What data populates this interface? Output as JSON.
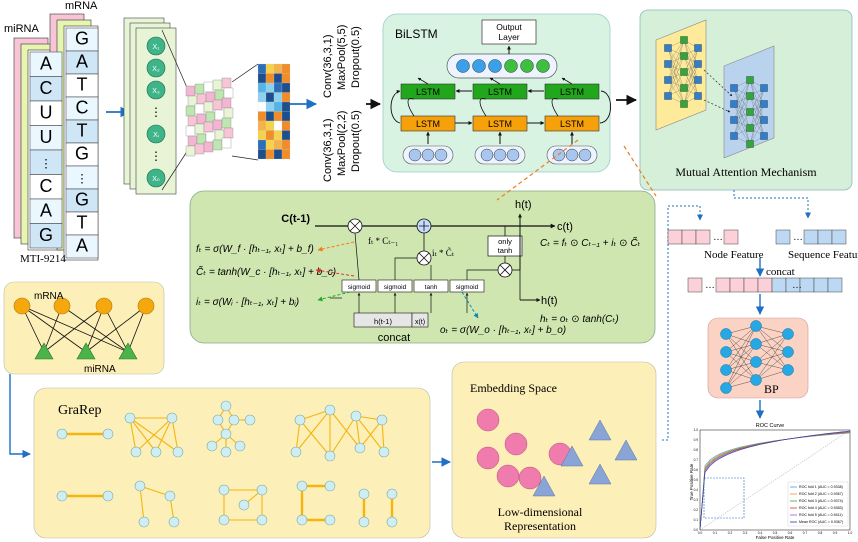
{
  "sequences": {
    "mirna_label": "miRNA",
    "mrna_label": "mRNA",
    "mirna_letters": [
      "A",
      "C",
      "U",
      "U",
      "⋮",
      "C",
      "A",
      "G"
    ],
    "mrna_letters": [
      "G",
      "A",
      "T",
      "C",
      "T",
      "G",
      "⋮",
      "G",
      "T",
      "A"
    ],
    "sample_id": "MTI-9214"
  },
  "embedding_nodes": [
    "X₁",
    "X₂",
    "X₃",
    "⋮",
    "Xᵢ",
    "⋮",
    "Xₙ"
  ],
  "conv_blocks": [
    {
      "conv": "Conv(36,3,1)",
      "pool": "MaxPool(5,5)",
      "dropout": "Dropout(0.5)"
    },
    {
      "conv": "Conv(36,3,1)",
      "pool": "MaxPool(2,2)",
      "dropout": "Dropout(0.5)"
    }
  ],
  "bilstm": {
    "title": "BiLSTM",
    "output_layer": "Output\nLayer",
    "cell": "LSTM"
  },
  "mutual_attention": {
    "title": "Mutual Attention Mechanism"
  },
  "lstm_cell": {
    "c_prev": "C(t-1)",
    "c_out": "c(t)",
    "h_top": "h(t)",
    "h_right": "h(t)",
    "gates": [
      "sigmoid",
      "sigmoid",
      "tanh",
      "sigmoid"
    ],
    "only_tanh": "only\ntanh",
    "concat_left": "h(t-1)",
    "concat_right": "x(t)",
    "concat_label": "concat",
    "ft_Ct1": "fₜ * Cₜ₋₁",
    "it_Ct": "iₜ * C̃ₜ",
    "eq_f": "fₜ = σ(W_f · [hₜ₋₁, xₜ] + b_f)",
    "eq_c": "C̃ₜ = tanh(W_c · [hₜ₋₁, xₜ] + b_c)",
    "eq_i": "iₜ = σ(Wᵢ · [hₜ₋₁, xₜ] + bᵢ)",
    "eq_o": "oₜ = σ(W_o · [hₜ₋₁, xₜ] + b_o)",
    "eq_C": "Cₜ = fₜ ⊙ Cₜ₋₁ + iₜ ⊙ C̃ₜ",
    "eq_h": "hₜ = oₜ ⊙ tanh(Cₜ)"
  },
  "features": {
    "node_feature": "Node Feature",
    "sequence_feature": "Sequence Feature",
    "concat": "concat",
    "bp": "BP"
  },
  "graph": {
    "mrna": "mRNA",
    "mirna": "miRNA"
  },
  "grarep": {
    "title": "GraRep"
  },
  "embedding_space": {
    "title": "Embedding Space",
    "subtitle": "Low-dimensional\nRepresentation"
  },
  "roc": {
    "title": "ROC Curve",
    "xlabel": "False Positive Rate",
    "ylabel": "True Positive Rate",
    "legend": [
      "ROC fold 1 (AUC = 0.9338)",
      "ROC fold 2 (AUC = 0.9367)",
      "ROC fold 3 (AUC = 0.9374)",
      "ROC fold 4 (AUC = 0.9383)",
      "ROC fold 5 (AUC = 0.9411)",
      "Mean ROC (AUC = 0.9367)"
    ]
  },
  "colors": {
    "green_panel": "#d6ecbf",
    "yellow_panel": "#fdefb8",
    "lstm_green": "#22a71c",
    "lstm_orange": "#f6a10a",
    "arrow_blue": "#1f6fc4"
  }
}
